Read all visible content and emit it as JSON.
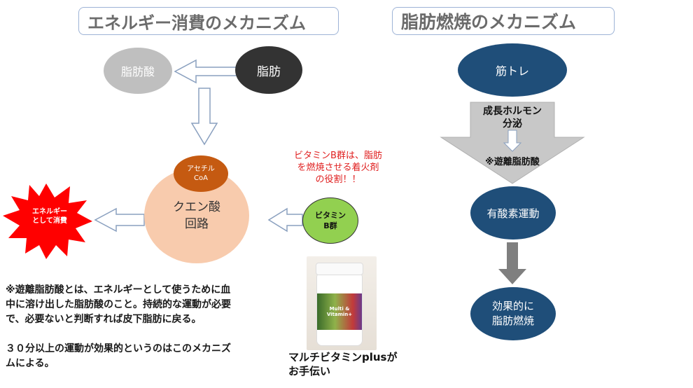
{
  "left": {
    "title": "エネルギー消費のメカニズム",
    "fatty_acid": "脂肪酸",
    "fat": "脂肪",
    "acetyl_coa": "アセチル\nCoA",
    "citric_cycle": "クエン酸\n回路",
    "energy_burst": "エネルギー\nとして消費",
    "vitamin_b": "ビタミン\nB群",
    "vitamin_note": "ビタミンB群は、脂肪\nを燃焼させる着火剤\nの役割！！",
    "explanation": "※遊離脂肪酸とは、エネルギーとして使うために血\n中に溶け出した脂肪酸のこと。持続的な運動が必要\nで、必要ないと判断すれば皮下脂肪に戻る。",
    "note2": "３０分以上の運動が効果的というのはこのメカニズ\nムによる。",
    "product_label": "Multi & Vitamin+",
    "caption": "マルチビタミンplusが\nお手伝い"
  },
  "right": {
    "title": "脂肪燃焼のメカニズム",
    "muscle": "筋トレ",
    "growth_hormone": "成長ホルモン\n分泌",
    "free_fatty_acid": "※遊離脂肪酸",
    "aerobic": "有酸素運動",
    "effective": "効果的に\n脂肪燃焼"
  },
  "colors": {
    "navy": "#1f4e79",
    "orange": "#c55a11",
    "peach": "#f8cbad",
    "green": "#92d050",
    "red": "#ff0000",
    "gray_circle": "#bfbfbf",
    "dark_circle": "#333333"
  }
}
